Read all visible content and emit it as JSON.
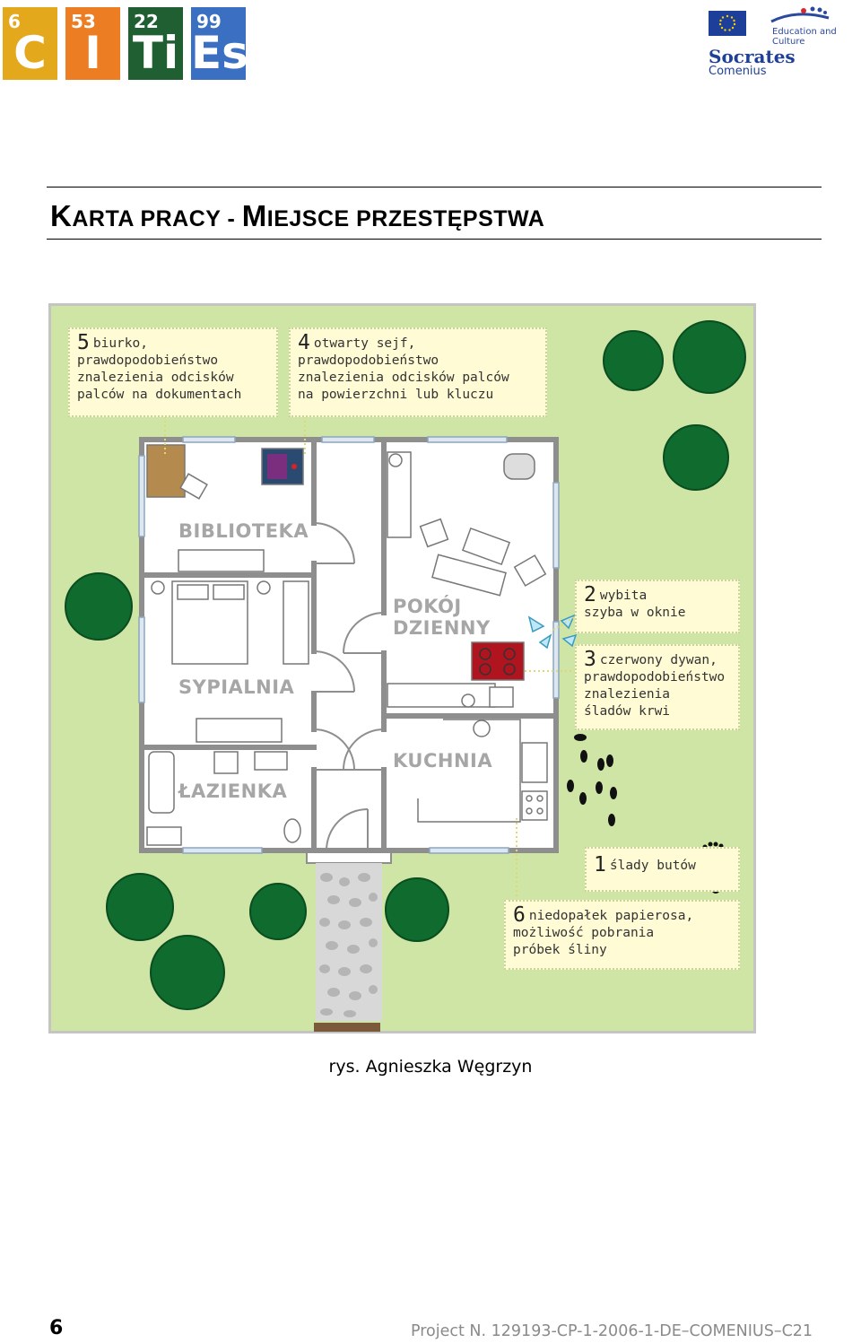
{
  "logo": {
    "tiles": [
      {
        "num": "6",
        "sym": "C",
        "color": "#e4a81c"
      },
      {
        "num": "53",
        "sym": "I",
        "color": "#ed7d23"
      },
      {
        "num": "22",
        "sym": "Ti",
        "color": "#1f5f32"
      },
      {
        "num": "99",
        "sym": "Es",
        "color": "#3b6fc1"
      }
    ]
  },
  "sponsor": {
    "education": "Education and Culture",
    "socrates": "Socrates",
    "comenius": "Comenius"
  },
  "title": {
    "k_big": "K",
    "k_rest": "ARTA PRACY",
    "dash": "-",
    "m_big": "M",
    "m_rest": "IEJSCE PRZESTĘPSTWA"
  },
  "plan": {
    "rooms": {
      "biblioteka": "BIBLIOTEKA",
      "sypialnia": "SYPIALNIA",
      "lazienka": "ŁAZIENKA",
      "pokoj_1": "POKÓJ",
      "pokoj_2": "DZIENNY",
      "kuchnia": "KUCHNIA"
    },
    "notes": {
      "n5": {
        "num": "5",
        "l1": "biurko,",
        "l2": "prawdopodobieństwo",
        "l3": "znalezienia odcisków",
        "l4": "palców na dokumentach"
      },
      "n4": {
        "num": "4",
        "l1": "otwarty sejf,",
        "l2": "prawdopodobieństwo",
        "l3": "znalezienia odcisków palców",
        "l4": "na powierzchni lub kluczu"
      },
      "n2": {
        "num": "2",
        "l1": "wybita",
        "l2": "szyba w oknie"
      },
      "n3": {
        "num": "3",
        "l1": "czerwony dywan,",
        "l2": "prawdopodobieństwo",
        "l3": "znalezienia",
        "l4": "śladów krwi"
      },
      "n1": {
        "num": "1",
        "l1": "ślady butów"
      },
      "n6": {
        "num": "6",
        "l1": "niedopałek papierosa,",
        "l2": "możliwość pobrania",
        "l3": "próbek śliny"
      }
    },
    "colors": {
      "grass": "#cfe5a5",
      "tree": "#0f6b2e",
      "floor": "#ffffff",
      "wall": "#8e8e8e",
      "note_bg": "#fffbd4",
      "rug": "#b0141e"
    }
  },
  "caption": "rys. Agnieszka Węgrzyn",
  "footer": {
    "page": "6",
    "project": "Project N. 129193-CP-1-2006-1-DE–COMENIUS–C21"
  }
}
